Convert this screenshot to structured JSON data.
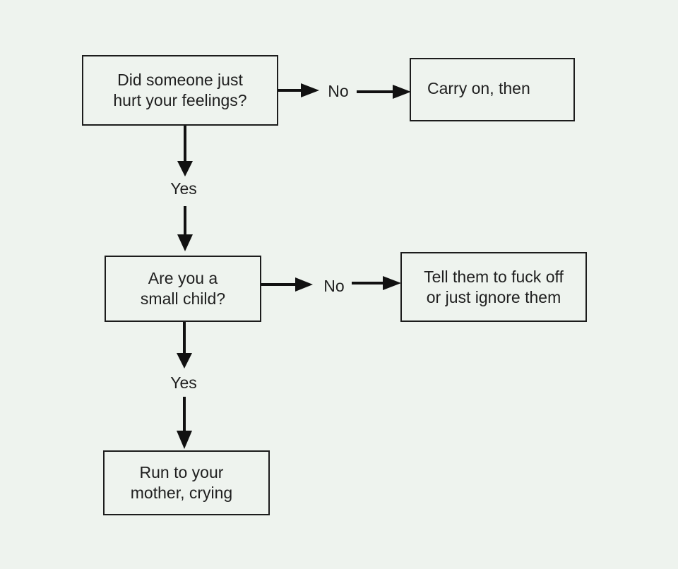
{
  "nodes": {
    "q1": "Did someone just\nhurt your feelings?",
    "carry_on": "Carry on, then",
    "q2": "Are you a\nsmall child?",
    "tell_off": "Tell them to fuck off\nor just ignore them",
    "run": "Run to your\nmother, crying"
  },
  "edges": {
    "q1_no": "No",
    "q1_yes": "Yes",
    "q2_no": "No",
    "q2_yes": "Yes"
  }
}
